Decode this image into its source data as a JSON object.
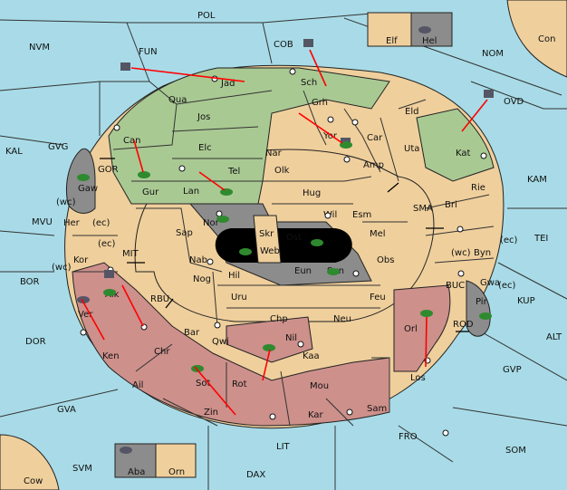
{
  "colors": {
    "sea": "#a8dbe7",
    "neutral": "#efcf9c",
    "green_power": "#a9c993",
    "red_power": "#cd908b",
    "grey_power": "#8c8c8c",
    "order_arrow": "#ff0000"
  },
  "provinces": {
    "sea": [
      {
        "id": "pol",
        "name": "POL"
      },
      {
        "id": "nvm",
        "name": "NVM"
      },
      {
        "id": "fun",
        "name": "FUN"
      },
      {
        "id": "cob",
        "name": "COB"
      },
      {
        "id": "nom",
        "name": "NOM"
      },
      {
        "id": "ovd",
        "name": "OVD"
      },
      {
        "id": "kal",
        "name": "KAL"
      },
      {
        "id": "gvg",
        "name": "GVG"
      },
      {
        "id": "gor",
        "name": "GOR"
      },
      {
        "id": "mvu",
        "name": "MVU"
      },
      {
        "id": "bor",
        "name": "BOR"
      },
      {
        "id": "mit",
        "name": "MIT"
      },
      {
        "id": "rbu",
        "name": "RBU"
      },
      {
        "id": "dor",
        "name": "DOR"
      },
      {
        "id": "gva",
        "name": "GVA"
      },
      {
        "id": "svm",
        "name": "SVM"
      },
      {
        "id": "dax",
        "name": "DAX"
      },
      {
        "id": "lit",
        "name": "LIT"
      },
      {
        "id": "fro",
        "name": "FRO"
      },
      {
        "id": "som",
        "name": "SOM"
      },
      {
        "id": "gvp",
        "name": "GVP"
      },
      {
        "id": "alt",
        "name": "ALT"
      },
      {
        "id": "kup",
        "name": "KUP"
      },
      {
        "id": "tei",
        "name": "TEI"
      },
      {
        "id": "kam",
        "name": "KAM"
      },
      {
        "id": "sma",
        "name": "SMA"
      },
      {
        "id": "buc",
        "name": "BUC"
      },
      {
        "id": "rod",
        "name": "ROD"
      }
    ],
    "land": [
      {
        "id": "jad",
        "name": "Jad"
      },
      {
        "id": "sch",
        "name": "Sch"
      },
      {
        "id": "qua",
        "name": "Qua"
      },
      {
        "id": "jos",
        "name": "Jos"
      },
      {
        "id": "grh",
        "name": "Grh"
      },
      {
        "id": "eld",
        "name": "Eld"
      },
      {
        "id": "can",
        "name": "Can"
      },
      {
        "id": "elc",
        "name": "Elc"
      },
      {
        "id": "nar",
        "name": "Nar"
      },
      {
        "id": "yor",
        "name": "Yor"
      },
      {
        "id": "car",
        "name": "Car"
      },
      {
        "id": "uta",
        "name": "Uta"
      },
      {
        "id": "kat",
        "name": "Kat"
      },
      {
        "id": "tel",
        "name": "Tel"
      },
      {
        "id": "olk",
        "name": "Olk"
      },
      {
        "id": "amp",
        "name": "Amp"
      },
      {
        "id": "gur",
        "name": "Gur"
      },
      {
        "id": "lan",
        "name": "Lan"
      },
      {
        "id": "hug",
        "name": "Hug"
      },
      {
        "id": "rie",
        "name": "Rie"
      },
      {
        "id": "gaw",
        "name": "Gaw"
      },
      {
        "id": "bri",
        "name": "Bri"
      },
      {
        "id": "nor",
        "name": "Nor"
      },
      {
        "id": "wil",
        "name": "Wil"
      },
      {
        "id": "esm",
        "name": "Esm"
      },
      {
        "id": "her",
        "name": "Her"
      },
      {
        "id": "skr",
        "name": "Skr"
      },
      {
        "id": "ost",
        "name": "Ost"
      },
      {
        "id": "sap",
        "name": "Sap"
      },
      {
        "id": "web",
        "name": "Web"
      },
      {
        "id": "mel",
        "name": "Mel"
      },
      {
        "id": "byn",
        "name": "Byn"
      },
      {
        "id": "kor",
        "name": "Kor"
      },
      {
        "id": "nab",
        "name": "Nab"
      },
      {
        "id": "obs",
        "name": "Obs"
      },
      {
        "id": "eun",
        "name": "Eun"
      },
      {
        "id": "sun",
        "name": "Sun"
      },
      {
        "id": "gwa",
        "name": "Gwa"
      },
      {
        "id": "alk",
        "name": "Alk"
      },
      {
        "id": "hil",
        "name": "Hil"
      },
      {
        "id": "nog",
        "name": "Nog"
      },
      {
        "id": "pir",
        "name": "Pir"
      },
      {
        "id": "uru",
        "name": "Uru"
      },
      {
        "id": "feu",
        "name": "Feu"
      },
      {
        "id": "ver",
        "name": "Ver"
      },
      {
        "id": "chp",
        "name": "Chp"
      },
      {
        "id": "neu",
        "name": "Neu"
      },
      {
        "id": "orl",
        "name": "Orl"
      },
      {
        "id": "bar",
        "name": "Bar"
      },
      {
        "id": "qwi",
        "name": "Qwi"
      },
      {
        "id": "nil",
        "name": "Nil"
      },
      {
        "id": "ken",
        "name": "Ken"
      },
      {
        "id": "chr",
        "name": "Chr"
      },
      {
        "id": "kaa",
        "name": "Kaa"
      },
      {
        "id": "ail",
        "name": "Ail"
      },
      {
        "id": "sot",
        "name": "Sot"
      },
      {
        "id": "rot",
        "name": "Rot"
      },
      {
        "id": "mou",
        "name": "Mou"
      },
      {
        "id": "los",
        "name": "Los"
      },
      {
        "id": "zin",
        "name": "Zin"
      },
      {
        "id": "kar",
        "name": "Kar"
      },
      {
        "id": "sam",
        "name": "Sam"
      }
    ],
    "islands": [
      {
        "id": "elf",
        "name": "Elf"
      },
      {
        "id": "hel",
        "name": "Hel"
      },
      {
        "id": "con",
        "name": "Con"
      },
      {
        "id": "aba",
        "name": "Aba"
      },
      {
        "id": "orn",
        "name": "Orn"
      },
      {
        "id": "cow",
        "name": "Cow"
      }
    ]
  },
  "coast_labels": [
    "(wc)",
    "(ec)",
    "(ec)",
    "(wc)",
    "(wc)",
    "(ec)",
    "(ec)"
  ]
}
